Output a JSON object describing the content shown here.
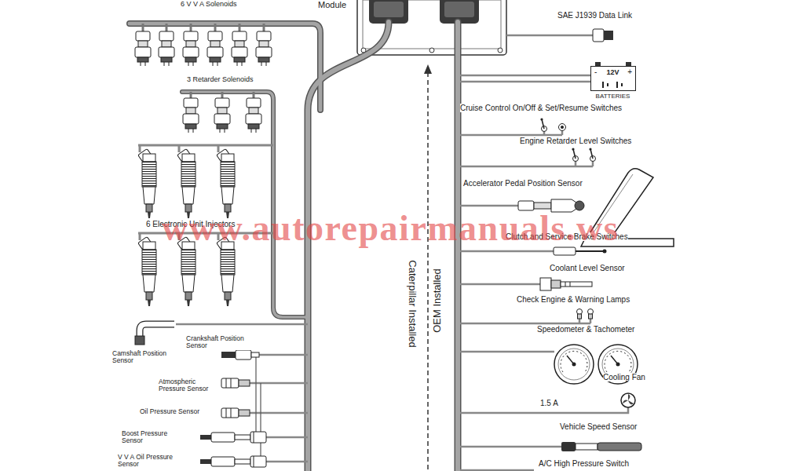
{
  "diagram": {
    "nodes": [
      {
        "text": [
          "-",
          "12V",
          "+",
          "BATTERIES"
        ]
      }
    ],
    "labels": [
      "Module",
      "6 V V A Solenoids",
      "SAE J1939 Data Link",
      "3 Retarder Solenoids",
      "Cruise Control On/Off & Set/Resume Switches",
      "Engine Retarder Level Switches",
      "Accelerator Pedal Position Sensor",
      "6 Electronic Unit Injectors",
      "www.autorepairmanuals.ws",
      "Clutch and Service Brake Switches",
      "Caterpillar Installed",
      "OEM Installed",
      "Coolant Level Sensor",
      "Check Engine & Warning Lamps",
      "Speedometer & Tachometer",
      "Crankshaft Position Sensor",
      "Camshaft Position Sensor",
      "Cooling Fan",
      "Atmospheric Pressure Sensor",
      "1.5 A",
      "Oil Pressure Sensor",
      "Vehicle Speed Sensor",
      "Boost Pressure Sensor",
      "V V A Oil Pressure Sensor",
      "A/C High Pressure Switch"
    ]
  }
}
